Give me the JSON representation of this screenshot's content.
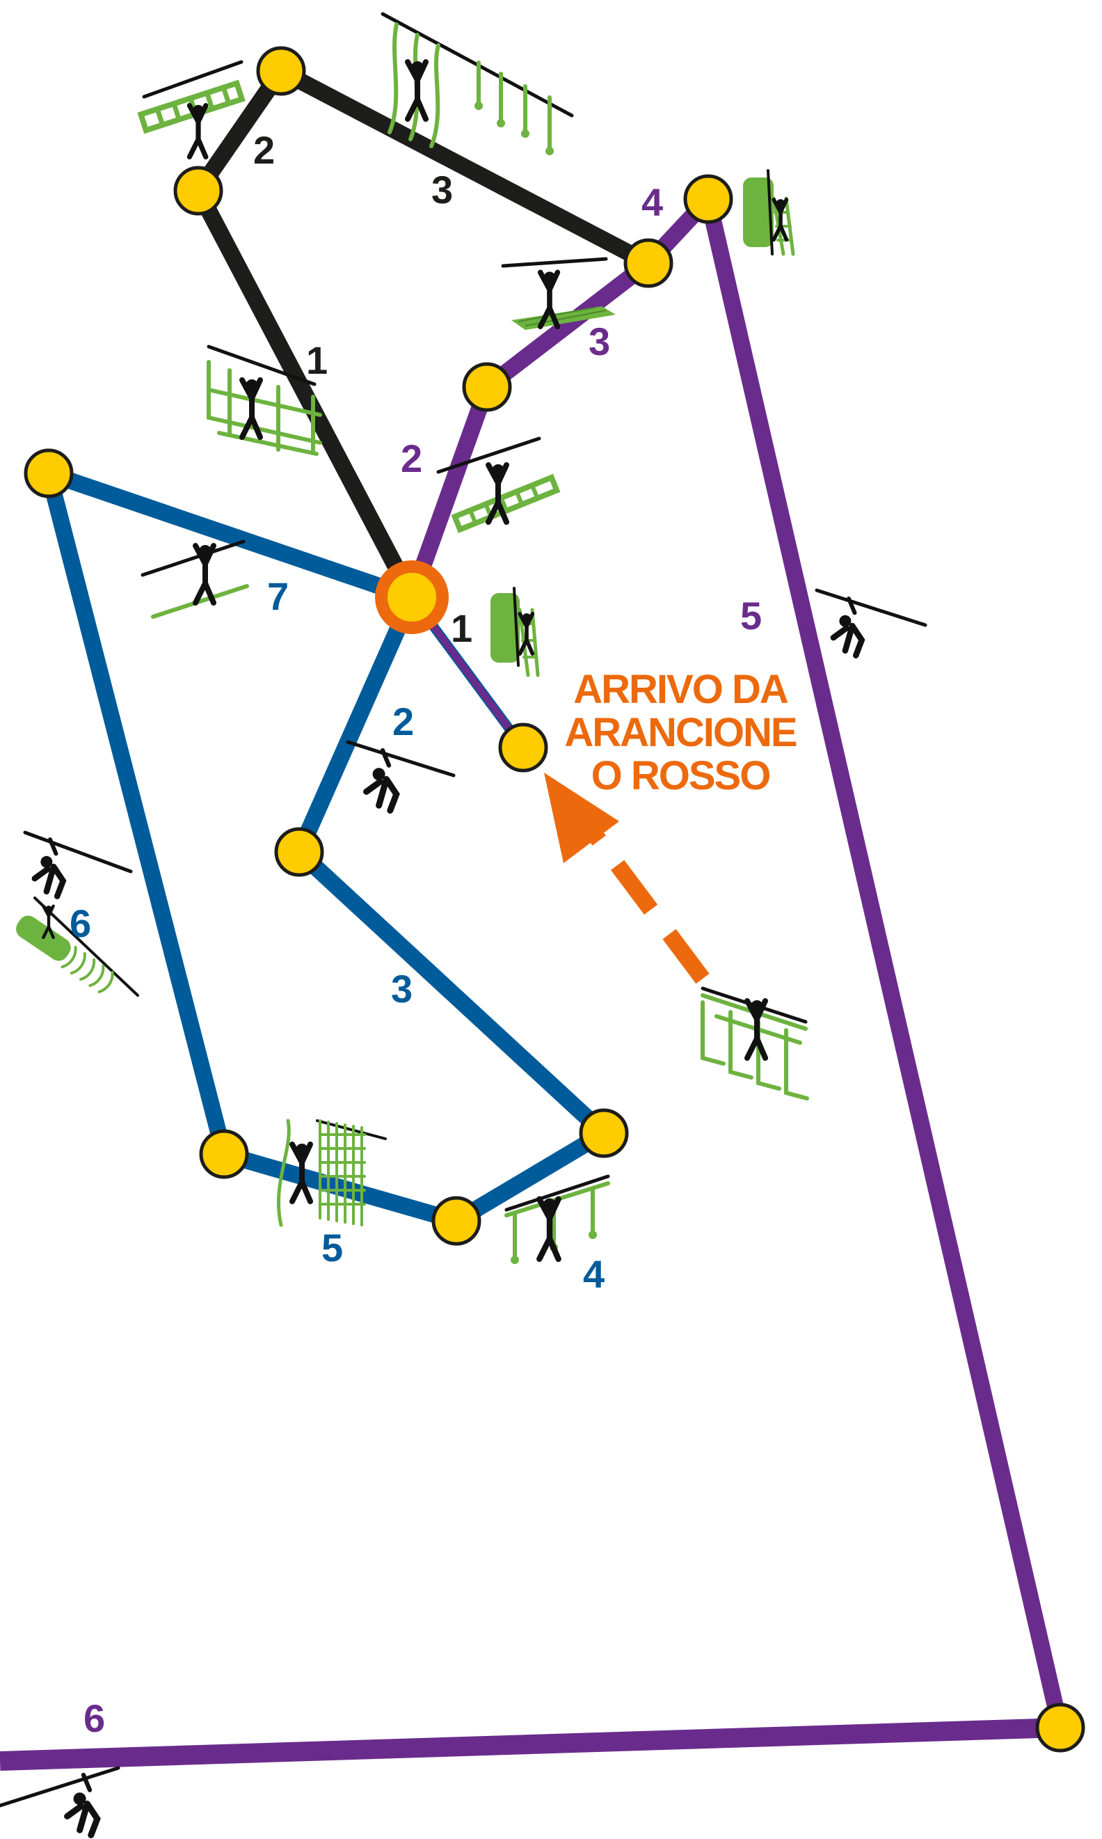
{
  "colors": {
    "black_route": "#1d1d1b",
    "purple_route": "#6a2c8c",
    "blue_route": "#005b9a",
    "orange": "#ec6a0d",
    "node_fill": "#ffcc00",
    "obstacle_green": "#6db33f"
  },
  "routes": {
    "black": {
      "labels": [
        "1",
        "2",
        "3"
      ]
    },
    "purple": {
      "labels": [
        "1",
        "2",
        "3",
        "4",
        "5",
        "6"
      ]
    },
    "blue": {
      "labels": [
        "2",
        "3",
        "4",
        "5",
        "6",
        "7"
      ]
    }
  },
  "arrival": {
    "lines": [
      "ARRIVO DA",
      "ARANCIONE",
      "O ROSSO"
    ]
  },
  "icons": [
    "rope-ladder-icon",
    "cargo-net-bridge-icon",
    "suspended-net-icon",
    "zipline-icon",
    "climbing-barrel-icon",
    "hanging-rope-bridge-icon",
    "tunnel-icon",
    "climbing-wall-icon",
    "swing-bridge-icon"
  ]
}
